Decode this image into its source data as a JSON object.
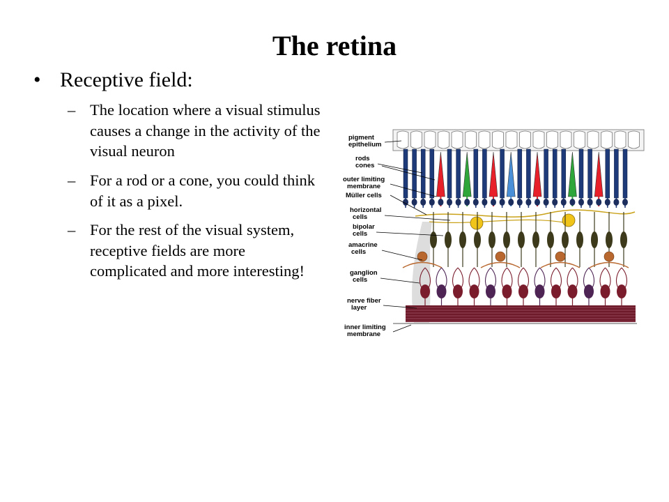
{
  "slide": {
    "title": "The retina",
    "bullet_marker": "•",
    "bullet": "Receptive field:",
    "dash_marker": "–",
    "subbullets": [
      "The location where a visual stimulus causes a change in the activity of the visual neuron",
      "For a rod or a cone, you could think of it as a pixel.",
      "For the rest of the visual system, receptive fields are more complicated and more interesting!"
    ]
  },
  "figure": {
    "labels": {
      "pigment_1": "pigment",
      "pigment_2": "epithelium",
      "rods_1": "rods",
      "rods_2": "cones",
      "olm_1": "outer limiting",
      "olm_2": "membrane",
      "muller": "Müller cells",
      "horiz_1": "horizontal",
      "horiz_2": "cells",
      "bipolar_1": "bipolar",
      "bipolar_2": "cells",
      "amacrine_1": "amacrine",
      "amacrine_2": "cells",
      "ganglion_1": "ganglion",
      "ganglion_2": "cells",
      "nfl_1": "nerve fiber",
      "nfl_2": "layer",
      "ilm_1": "inner limiting",
      "ilm_2": "membrane"
    },
    "colors": {
      "rod": "#1e3a78",
      "cone_red": "#e8202a",
      "cone_green": "#2fa63a",
      "cone_blue": "#4a90d9",
      "bipolar": "#3d3a1c",
      "ganglion": "#7a1c2c",
      "amacrine": "#b8672e",
      "nerve_fiber": "#6e1a2a"
    }
  }
}
